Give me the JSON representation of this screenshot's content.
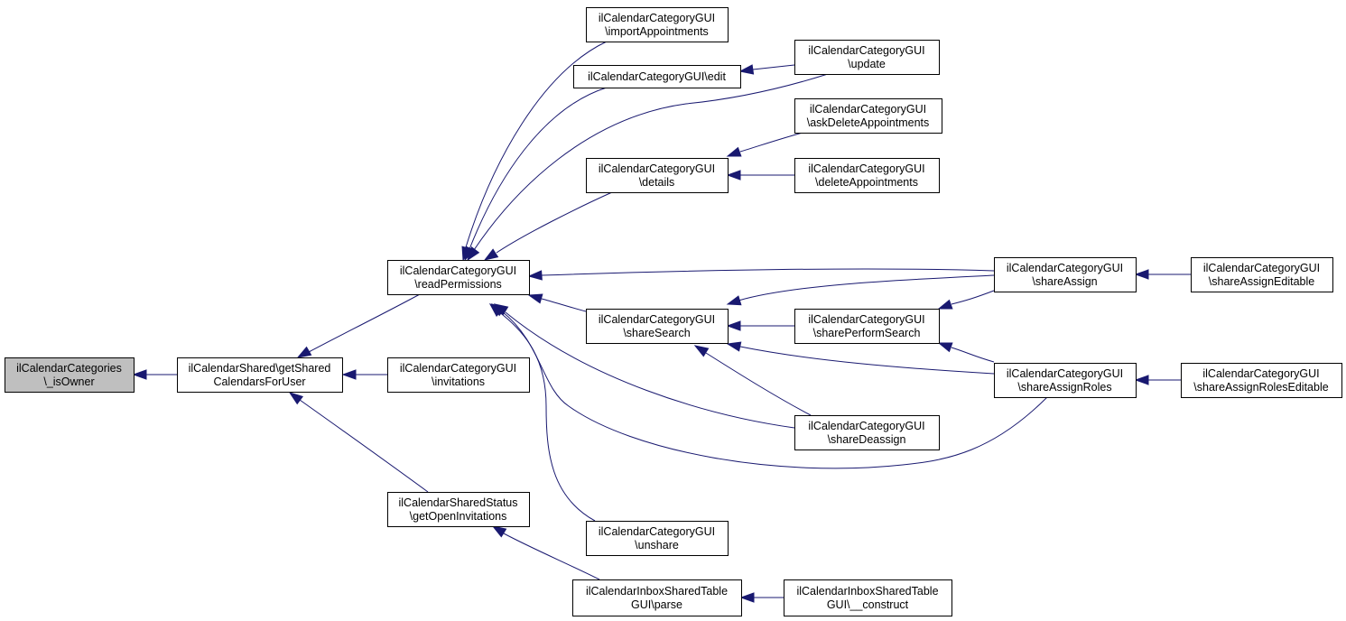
{
  "diagram": {
    "type": "caller-graph",
    "edge_color": "#191970",
    "root_fill": "#bfbfbf",
    "nodes": [
      {
        "id": "isOwner",
        "lines": [
          "ilCalendarCategories",
          "\\_isOwner"
        ],
        "root": true
      },
      {
        "id": "getSharedCalendarsForUser",
        "lines": [
          "ilCalendarShared\\getShared",
          "CalendarsForUser"
        ]
      },
      {
        "id": "readPermissions",
        "lines": [
          "ilCalendarCategoryGUI",
          "\\readPermissions"
        ]
      },
      {
        "id": "invitations",
        "lines": [
          "ilCalendarCategoryGUI",
          "\\invitations"
        ]
      },
      {
        "id": "getOpenInvitations",
        "lines": [
          "ilCalendarSharedStatus",
          "\\getOpenInvitations"
        ]
      },
      {
        "id": "importAppointments",
        "lines": [
          "ilCalendarCategoryGUI",
          "\\importAppointments"
        ]
      },
      {
        "id": "edit",
        "lines": [
          "ilCalendarCategoryGUI\\edit"
        ]
      },
      {
        "id": "details",
        "lines": [
          "ilCalendarCategoryGUI",
          "\\details"
        ]
      },
      {
        "id": "shareSearch",
        "lines": [
          "ilCalendarCategoryGUI",
          "\\shareSearch"
        ]
      },
      {
        "id": "unshare",
        "lines": [
          "ilCalendarCategoryGUI",
          "\\unshare"
        ]
      },
      {
        "id": "parse",
        "lines": [
          "ilCalendarInboxSharedTable",
          "GUI\\parse"
        ]
      },
      {
        "id": "update",
        "lines": [
          "ilCalendarCategoryGUI",
          "\\update"
        ]
      },
      {
        "id": "askDeleteAppointments",
        "lines": [
          "ilCalendarCategoryGUI",
          "\\askDeleteAppointments"
        ]
      },
      {
        "id": "deleteAppointments",
        "lines": [
          "ilCalendarCategoryGUI",
          "\\deleteAppointments"
        ]
      },
      {
        "id": "sharePerformSearch",
        "lines": [
          "ilCalendarCategoryGUI",
          "\\sharePerformSearch"
        ]
      },
      {
        "id": "shareDeassign",
        "lines": [
          "ilCalendarCategoryGUI",
          "\\shareDeassign"
        ]
      },
      {
        "id": "construct",
        "lines": [
          "ilCalendarInboxSharedTable",
          "GUI\\__construct"
        ]
      },
      {
        "id": "shareAssign",
        "lines": [
          "ilCalendarCategoryGUI",
          "\\shareAssign"
        ]
      },
      {
        "id": "shareAssignRoles",
        "lines": [
          "ilCalendarCategoryGUI",
          "\\shareAssignRoles"
        ]
      },
      {
        "id": "shareAssignEditable",
        "lines": [
          "ilCalendarCategoryGUI",
          "\\shareAssignEditable"
        ]
      },
      {
        "id": "shareAssignRolesEditable",
        "lines": [
          "ilCalendarCategoryGUI",
          "\\shareAssignRolesEditable"
        ]
      }
    ],
    "edges": [
      {
        "from": "getSharedCalendarsForUser",
        "to": "isOwner"
      },
      {
        "from": "readPermissions",
        "to": "getSharedCalendarsForUser"
      },
      {
        "from": "invitations",
        "to": "getSharedCalendarsForUser"
      },
      {
        "from": "getOpenInvitations",
        "to": "getSharedCalendarsForUser"
      },
      {
        "from": "importAppointments",
        "to": "readPermissions"
      },
      {
        "from": "edit",
        "to": "readPermissions"
      },
      {
        "from": "update",
        "to": "readPermissions"
      },
      {
        "from": "details",
        "to": "readPermissions"
      },
      {
        "from": "shareAssign",
        "to": "readPermissions"
      },
      {
        "from": "shareSearch",
        "to": "readPermissions"
      },
      {
        "from": "shareDeassign",
        "to": "readPermissions"
      },
      {
        "from": "shareAssignRoles",
        "to": "readPermissions"
      },
      {
        "from": "unshare",
        "to": "readPermissions"
      },
      {
        "from": "update",
        "to": "edit"
      },
      {
        "from": "askDeleteAppointments",
        "to": "details"
      },
      {
        "from": "deleteAppointments",
        "to": "details"
      },
      {
        "from": "shareAssign",
        "to": "shareSearch"
      },
      {
        "from": "sharePerformSearch",
        "to": "shareSearch"
      },
      {
        "from": "shareAssignRoles",
        "to": "shareSearch"
      },
      {
        "from": "shareDeassign",
        "to": "shareSearch"
      },
      {
        "from": "shareAssign",
        "to": "sharePerformSearch"
      },
      {
        "from": "shareAssignRoles",
        "to": "sharePerformSearch"
      },
      {
        "from": "shareAssignEditable",
        "to": "shareAssign"
      },
      {
        "from": "shareAssignRolesEditable",
        "to": "shareAssignRoles"
      },
      {
        "from": "parse",
        "to": "getOpenInvitations"
      },
      {
        "from": "construct",
        "to": "parse"
      }
    ]
  }
}
